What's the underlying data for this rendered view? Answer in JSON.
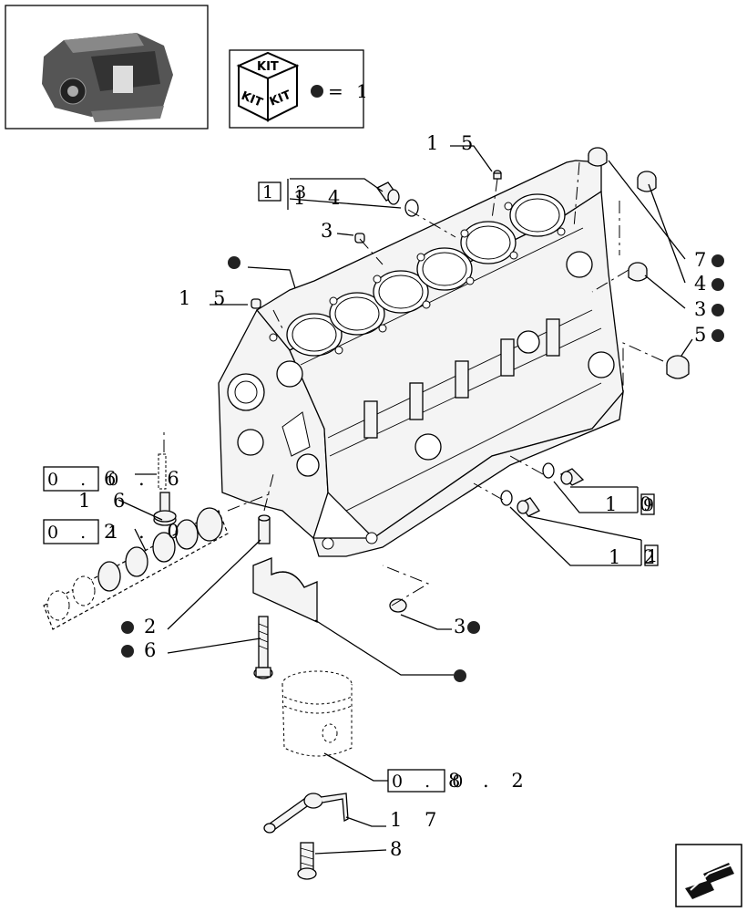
{
  "kit_legend": {
    "kit_top": "KIT",
    "kit_left": "KIT",
    "kit_right": "KIT",
    "equals_text": "= 1"
  },
  "callouts": {
    "c15_top": "1 5",
    "c13_box": "1 3",
    "c14": "1 4",
    "c3_top": "3",
    "c15_left": "1 5",
    "c7": "7",
    "c4": "4",
    "c3_right": "3",
    "c5": "5",
    "c0066_box": "0 . 0",
    "c0066_tail": "6 . 6",
    "c16": "1 6",
    "c012_box": "0 . 1",
    "c012_tail": "2 . 0",
    "c10_text": "1 0",
    "c10_box": "9",
    "c12_text": "1 2",
    "c12_box": "1",
    "c3_bottom": "3",
    "c2": "2",
    "c6": "6",
    "c0082_box": "0 . 0",
    "c0082_tail": "8 . 2",
    "c17": "1 7",
    "c8": "8"
  },
  "icons": [
    "engine-thumbnail",
    "kit-cube-icon",
    "kit-dot-marker",
    "next-page-arrow-icon"
  ]
}
